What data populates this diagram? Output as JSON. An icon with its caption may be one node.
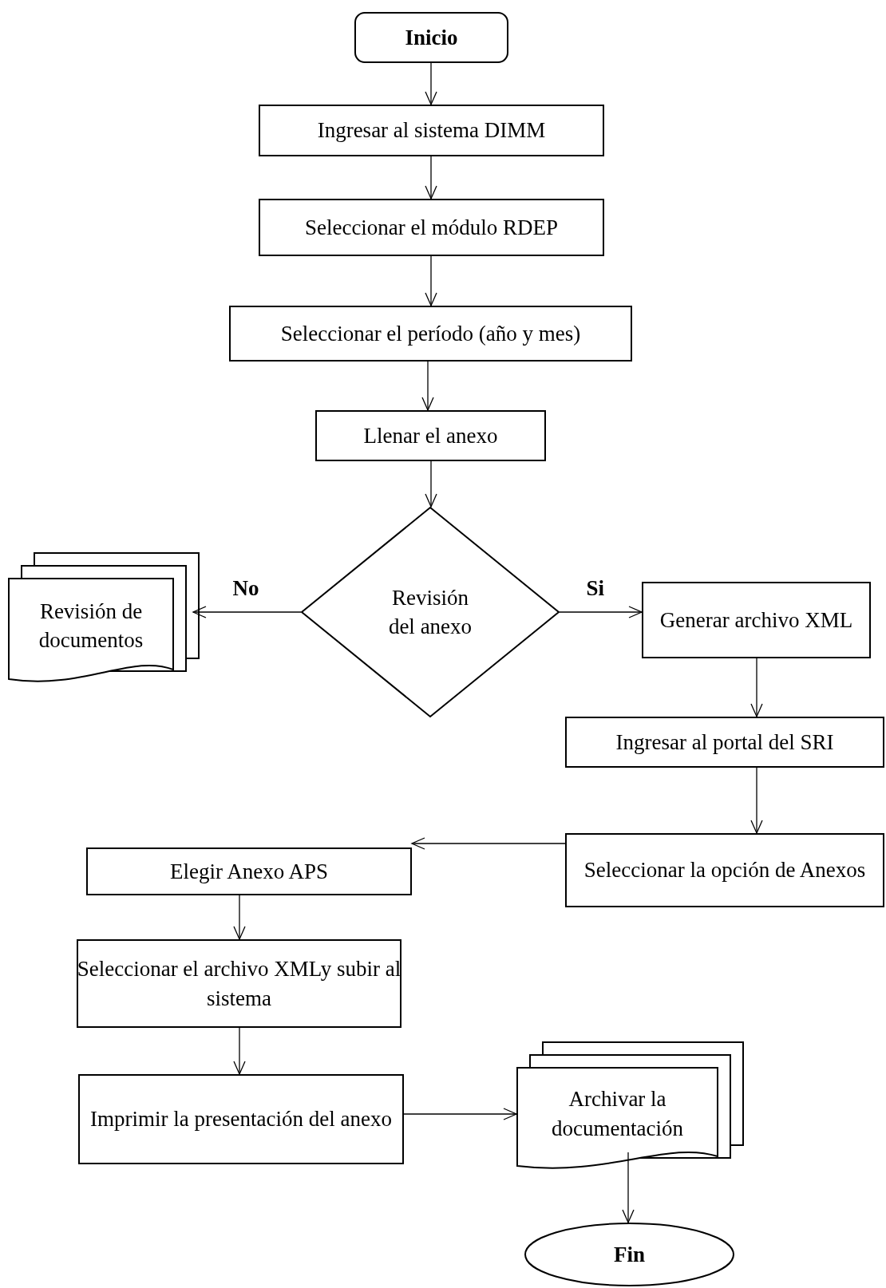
{
  "diagram": {
    "nodes": [
      {
        "text": [
          "Inicio"
        ]
      },
      {
        "text": [
          "Ingresar al sistema DIMM"
        ]
      },
      {
        "text": [
          "Seleccionar el módulo RDEP"
        ]
      },
      {
        "text": [
          "Seleccionar el período (año y mes)"
        ]
      },
      {
        "text": [
          "Llenar el anexo"
        ]
      },
      {
        "text": [
          "Revisión del anexo"
        ]
      },
      {
        "text": [
          "Revisión de documentos"
        ]
      },
      {
        "text": [
          "Generar archivo XML"
        ]
      },
      {
        "text": [
          "Ingresar al portal del SRI"
        ]
      },
      {
        "text": [
          "Seleccionar la opción de Anexos"
        ]
      },
      {
        "text": [
          "Elegir Anexo APS"
        ]
      },
      {
        "text": [
          "Seleccionar el archivo XMLy subir al sistema"
        ]
      },
      {
        "text": [
          "Imprimir la presentación del anexo"
        ]
      },
      {
        "text": [
          "Archivar la documentación"
        ]
      },
      {
        "text": [
          "Fin"
        ]
      }
    ],
    "edges": [
      {
        "from": 0,
        "to": 1,
        "arrow": "to"
      },
      {
        "from": 1,
        "to": 2,
        "arrow": "to"
      },
      {
        "from": 2,
        "to": 3,
        "arrow": "to"
      },
      {
        "from": 3,
        "to": 4,
        "arrow": "to"
      },
      {
        "from": 4,
        "to": 5,
        "arrow": "to"
      },
      {
        "from": 5,
        "to": 6,
        "arrow": "to",
        "label": "No"
      },
      {
        "from": 5,
        "to": 7,
        "arrow": "to",
        "label": "Si"
      },
      {
        "from": 7,
        "to": 8,
        "arrow": "to"
      },
      {
        "from": 8,
        "to": 9,
        "arrow": "to"
      },
      {
        "from": 9,
        "to": 10,
        "arrow": "to"
      },
      {
        "from": 10,
        "to": 11,
        "arrow": "to"
      },
      {
        "from": 11,
        "to": 12,
        "arrow": "to"
      },
      {
        "from": 12,
        "to": 13,
        "arrow": "to"
      },
      {
        "from": 13,
        "to": 14,
        "arrow": "to"
      }
    ]
  }
}
